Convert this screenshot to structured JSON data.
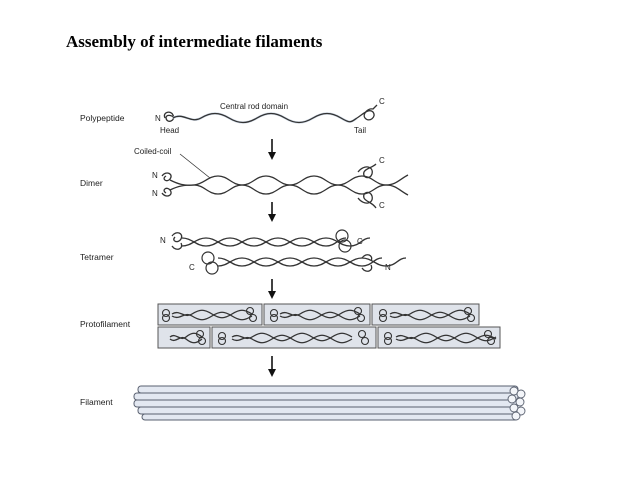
{
  "title": "Assembly of intermediate filaments",
  "stages": {
    "polypeptide": "Polypeptide",
    "dimer": "Dimer",
    "tetramer": "Tetramer",
    "protofilament": "Protofilament",
    "filament": "Filament"
  },
  "annotations": {
    "central_rod": "Central rod domain",
    "head": "Head",
    "tail": "Tail",
    "coiled_coil": "Coiled-coil",
    "n": "N",
    "c": "C"
  }
}
